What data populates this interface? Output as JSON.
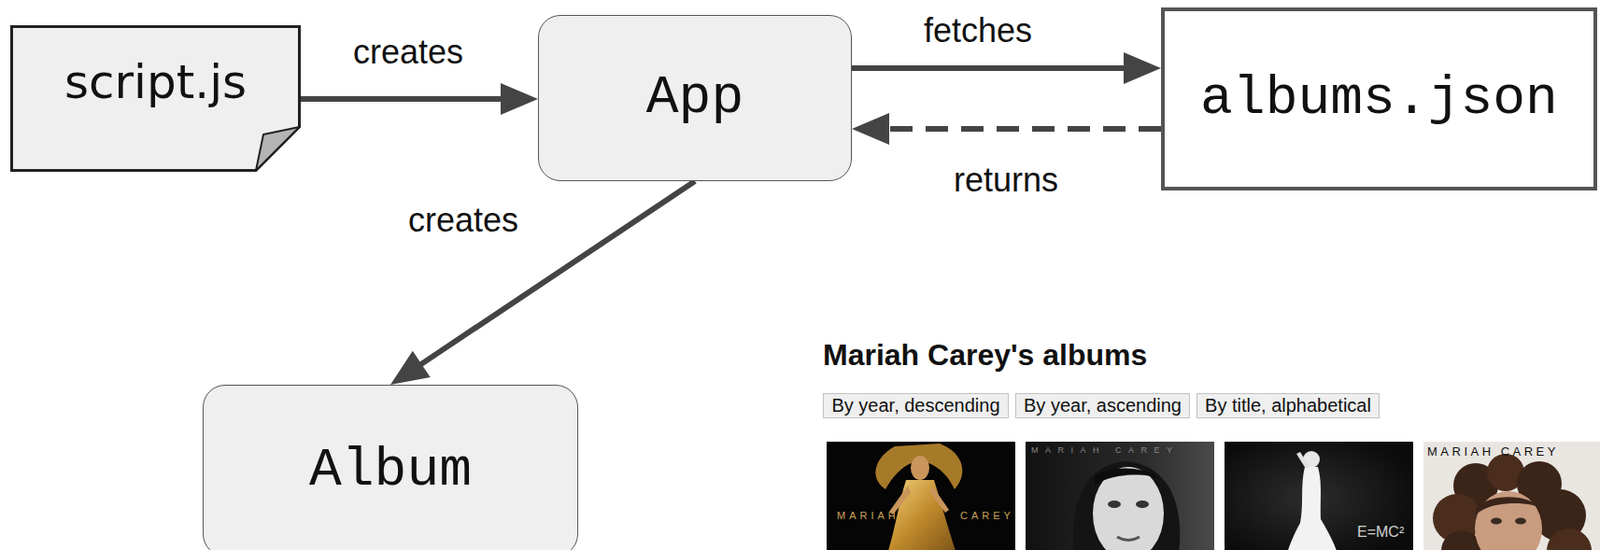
{
  "diagram": {
    "nodes": [
      {
        "text": [
          "script.js"
        ]
      },
      {
        "text": [
          "App"
        ]
      },
      {
        "text": [
          "albums.json"
        ]
      },
      {
        "text": [
          "Album"
        ]
      },
      {
        "text": [
          "By year, descending"
        ]
      },
      {
        "text": [
          "By year, ascending"
        ]
      },
      {
        "text": [
          "By title, alphabetical"
        ]
      }
    ],
    "edges": [
      {
        "from": 0,
        "to": 1,
        "label": "creates",
        "arrow": "to"
      },
      {
        "from": 1,
        "to": 2,
        "label": "fetches",
        "arrow": "to"
      },
      {
        "from": 2,
        "to": 1,
        "label": "returns",
        "arrow": "to"
      },
      {
        "from": 1,
        "to": 3,
        "label": "creates",
        "arrow": "to"
      }
    ],
    "labels": [
      "Mariah Carey's albums",
      "MARIAH",
      "CAREY",
      "MARIAH CAREY",
      "E=MC²",
      "MARIAH CAREY"
    ]
  }
}
